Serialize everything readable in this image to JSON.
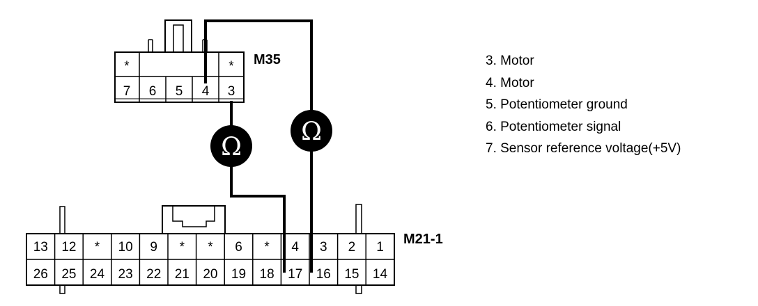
{
  "connectors": {
    "m35": {
      "label": "M35",
      "top_row": [
        "*",
        "",
        "",
        "",
        "*"
      ],
      "pins": [
        "7",
        "6",
        "5",
        "4",
        "3"
      ]
    },
    "m21_1": {
      "label": "M21-1",
      "top_row": [
        "13",
        "12",
        "*",
        "10",
        "9",
        "*",
        "*",
        "6",
        "*",
        "4",
        "3",
        "2",
        "1"
      ],
      "bottom_row": [
        "26",
        "25",
        "24",
        "23",
        "22",
        "21",
        "20",
        "19",
        "18",
        "17",
        "16",
        "15",
        "14"
      ]
    }
  },
  "meters": {
    "symbol": "Ω",
    "measurements": [
      {
        "from_connector": "M35",
        "from_pin": "3",
        "to_connector": "M21-1",
        "to_pin": "17"
      },
      {
        "from_connector": "M35",
        "from_pin": "4",
        "to_connector": "M21-1",
        "to_pin": "16"
      }
    ]
  },
  "legend": [
    "3. Motor",
    "4. Motor",
    "5. Potentiometer ground",
    "6. Potentiometer signal",
    "7. Sensor reference voltage(+5V)"
  ]
}
